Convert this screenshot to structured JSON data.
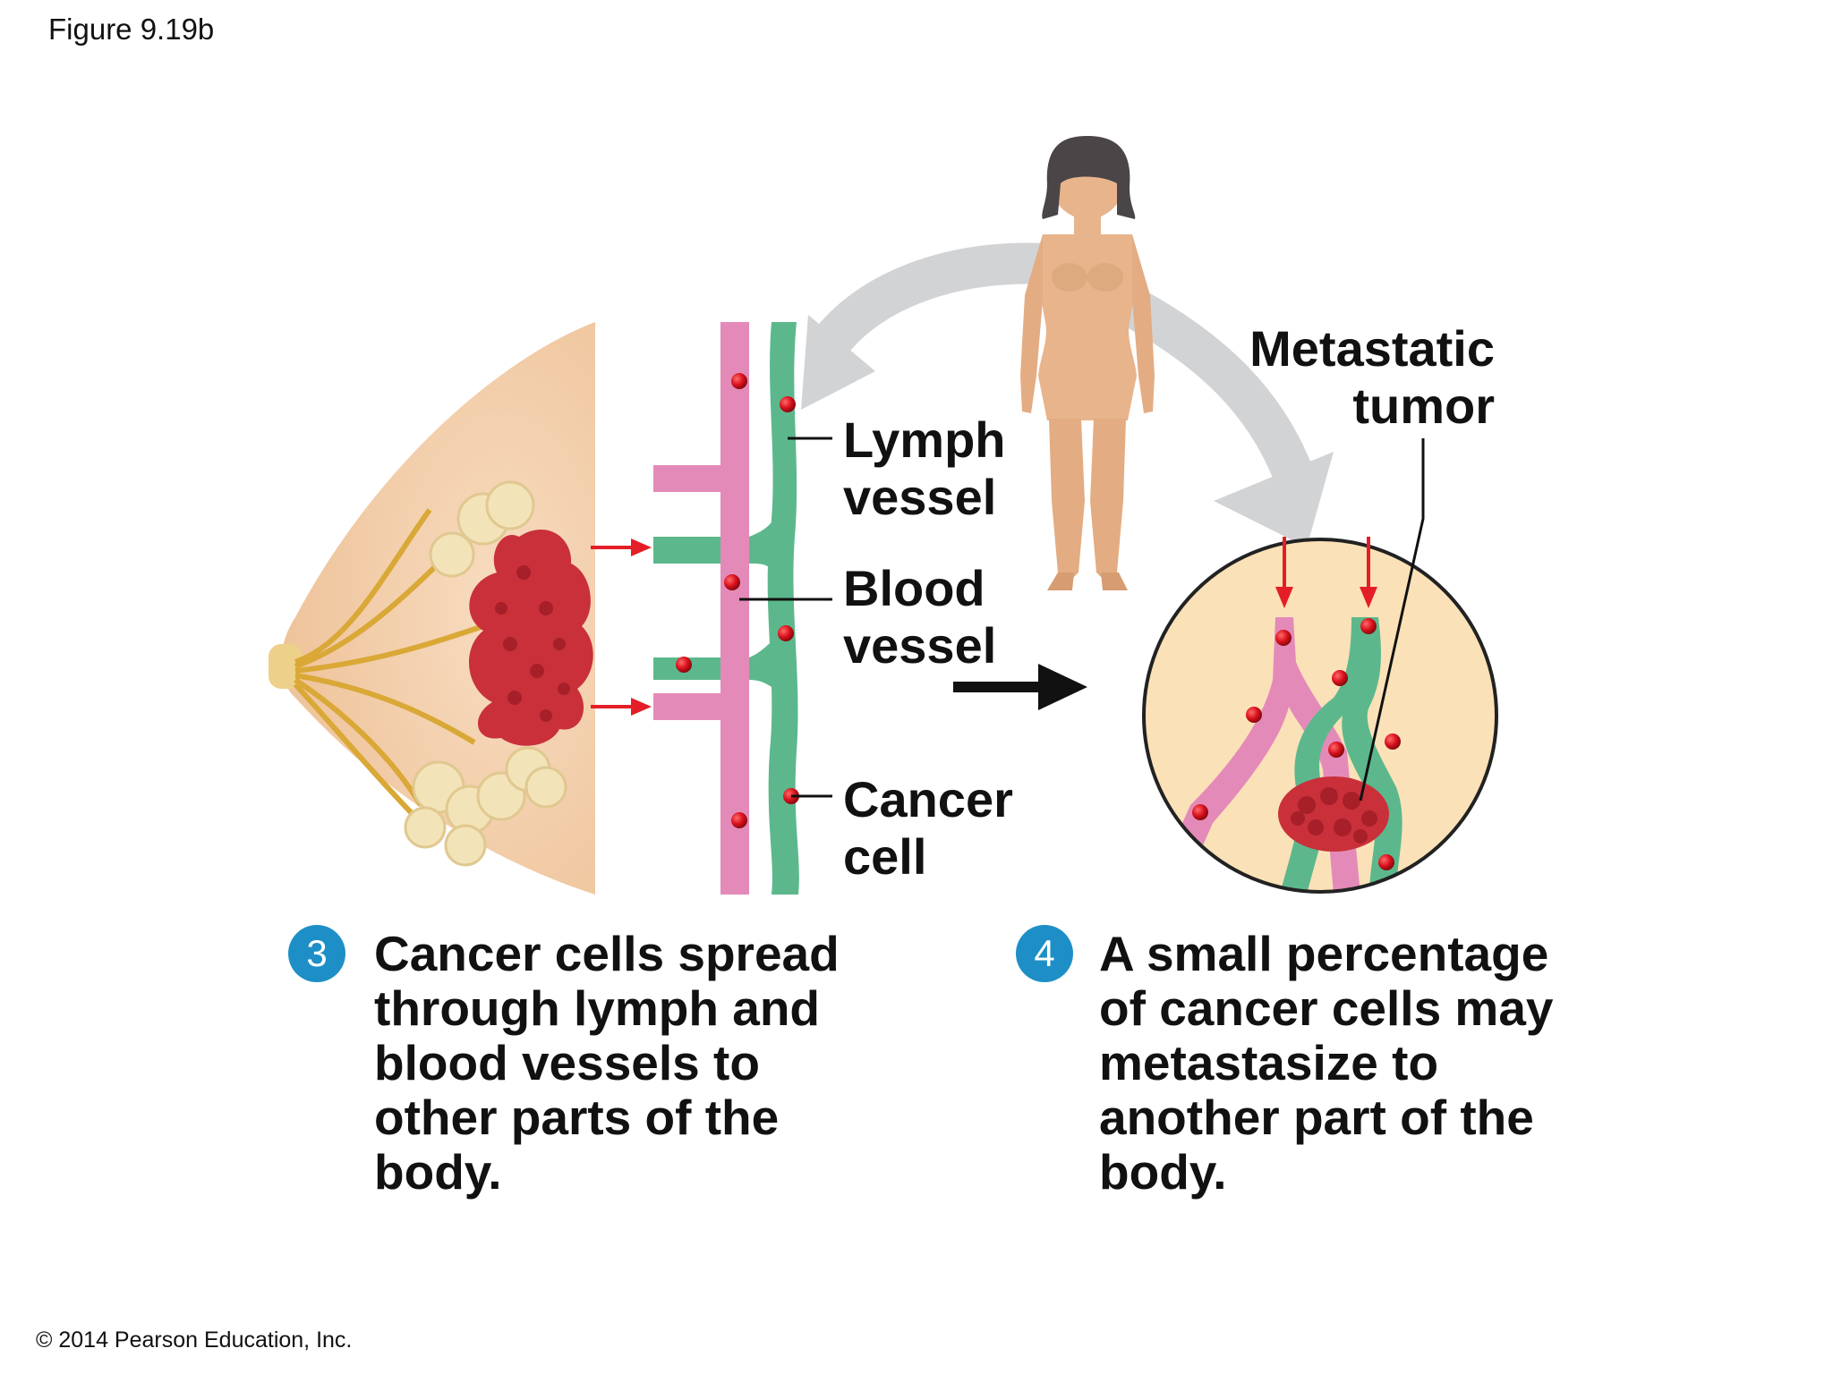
{
  "figure_label": "Figure 9.19b",
  "copyright": "© 2014 Pearson Education, Inc.",
  "labels": {
    "lymph_vessel": [
      "Lymph",
      "vessel"
    ],
    "blood_vessel": [
      "Blood",
      "vessel"
    ],
    "cancer_cell": [
      "Cancer",
      "cell"
    ],
    "metastatic_tumor": [
      "Metastatic",
      "tumor"
    ]
  },
  "steps": [
    {
      "number": "3",
      "lines": [
        "Cancer cells spread",
        "through lymph and",
        "blood vessels to",
        "other parts of the",
        "body."
      ]
    },
    {
      "number": "4",
      "lines": [
        "A small percentage",
        "of cancer cells may",
        "metastasize to",
        "another part of the",
        "body."
      ]
    }
  ],
  "colors": {
    "skin": "#f2c9a0",
    "tumor": "#c9303a",
    "blood_vessel": "#e48ab8",
    "lymph_vessel": "#5cb88c",
    "cancer_cell": "#d8101c",
    "gray_arrow": "#d2d3d5",
    "step_badge": "#1e8fc6",
    "circle_bg": "#fbe1b8"
  }
}
